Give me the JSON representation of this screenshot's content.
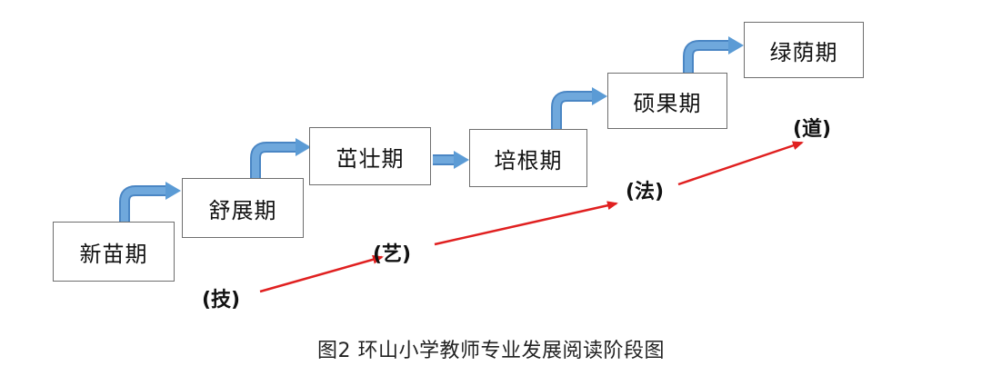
{
  "stages": [
    {
      "label": "新苗期"
    },
    {
      "label": "舒展期"
    },
    {
      "label": "茁壮期"
    },
    {
      "label": "培根期"
    },
    {
      "label": "硕果期"
    },
    {
      "label": "绿荫期"
    }
  ],
  "skills": [
    {
      "label": "(技)"
    },
    {
      "label": "(艺)"
    },
    {
      "label": "(法)"
    },
    {
      "label": "(道)"
    }
  ],
  "caption": "图2  环山小学教师专业发展阅读阶段图",
  "colors": {
    "stage_arrow": "#5b9bd5",
    "skill_arrow": "#e02020",
    "box_border": "#6e6e6e"
  }
}
